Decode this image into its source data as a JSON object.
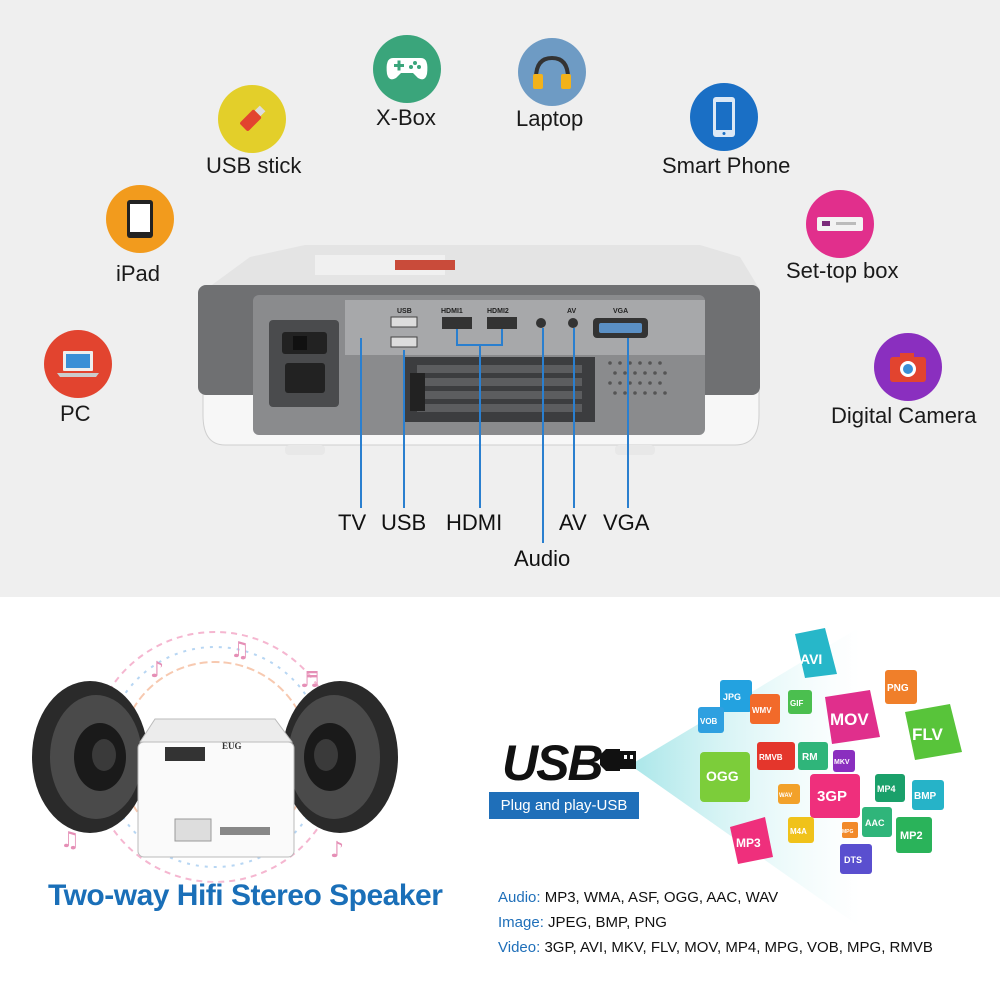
{
  "devices": [
    {
      "key": "xbox",
      "label": "X-Box",
      "color": "#3aa57b",
      "icon": "gamepad-icon"
    },
    {
      "key": "laptop",
      "label": "Laptop",
      "color": "#6e9bc4",
      "icon": "headphones-icon"
    },
    {
      "key": "usb_stick",
      "label": "USB stick",
      "color": "#e3cf2a",
      "icon": "usb-stick-icon"
    },
    {
      "key": "smart_phone",
      "label": "Smart Phone",
      "color": "#1a6fc5",
      "icon": "phone-icon"
    },
    {
      "key": "ipad",
      "label": "iPad",
      "color": "#f29b1d",
      "icon": "tablet-icon"
    },
    {
      "key": "settop",
      "label": "Set-top box",
      "color": "#e12f8c",
      "icon": "settop-box-icon"
    },
    {
      "key": "pc",
      "label": "PC",
      "color": "#e2442f",
      "icon": "laptop-icon"
    },
    {
      "key": "camera",
      "label": "Digital Camera",
      "color": "#8a2fbf",
      "icon": "camera-icon"
    }
  ],
  "ports": {
    "tv": "TV",
    "usb": "USB",
    "hdmi": "HDMI",
    "audio": "Audio",
    "av": "AV",
    "vga": "VGA"
  },
  "panel_labels": {
    "usb": "USB",
    "hdmi1": "HDMI1",
    "hdmi2": "HDMI2",
    "av": "AV",
    "vga": "VGA",
    "brand": "EUG"
  },
  "speaker": {
    "caption": "Two-way Hifi Stereo Speaker"
  },
  "usb_section": {
    "logo": "USB",
    "badge": "Plug and play-USB",
    "formats": [
      "AVI",
      "JPG",
      "PNG",
      "GIF",
      "VOB",
      "WMV",
      "MOV",
      "FLV",
      "RMVB",
      "RM",
      "MKV",
      "OGG",
      "3GP",
      "MP4",
      "BMP",
      "WAV",
      "M4A",
      "AAC",
      "MPG",
      "MP2",
      "MP3",
      "DTS"
    ]
  },
  "supported": [
    {
      "key": "Audio:",
      "value": "MP3, WMA, ASF, OGG, AAC, WAV"
    },
    {
      "key": "Image:",
      "value": "JPEG, BMP, PNG"
    },
    {
      "key": "Video:",
      "value": "3GP, AVI, MKV, FLV, MOV, MP4, MPG, VOB, MPG, RMVB"
    }
  ],
  "colors": {
    "accent_blue": "#1f6fb9",
    "line_blue": "#2a7fcf",
    "panel_gray": "#efefef"
  }
}
